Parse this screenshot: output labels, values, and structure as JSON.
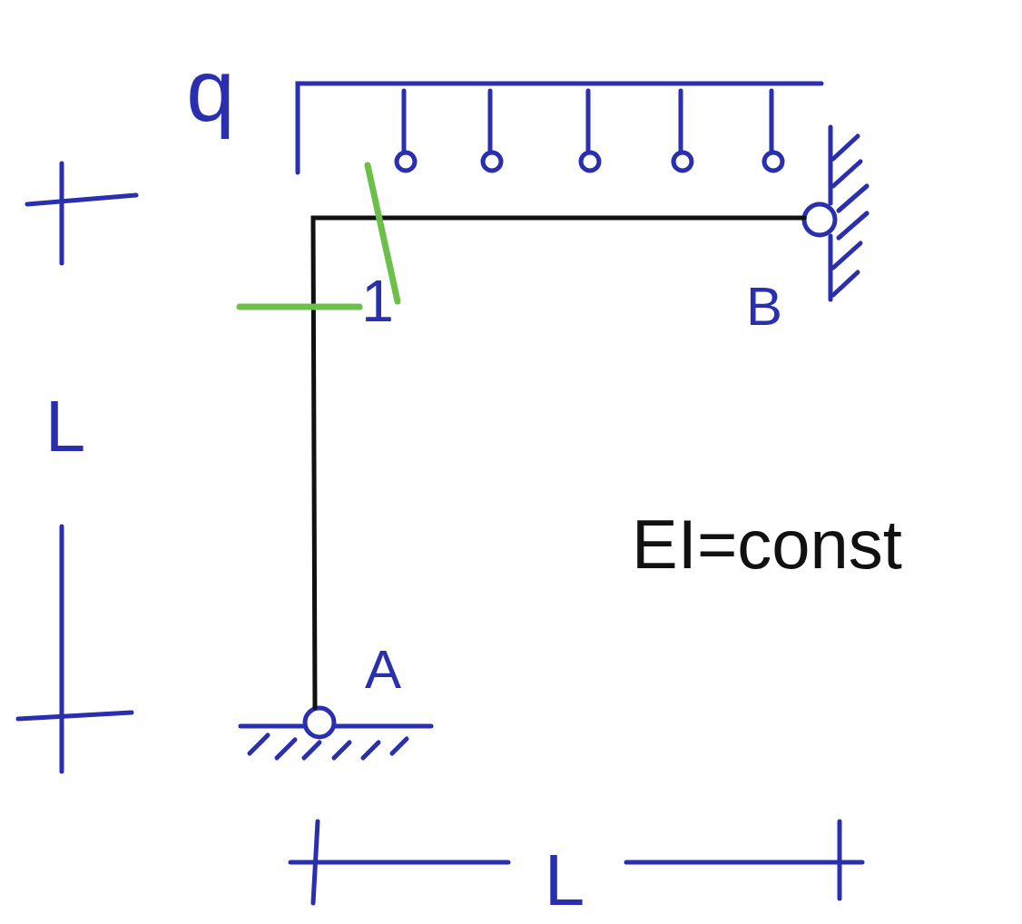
{
  "diagram": {
    "labels": [
      "q",
      "1",
      "B",
      "A",
      "L",
      "L",
      "EI=const"
    ]
  }
}
